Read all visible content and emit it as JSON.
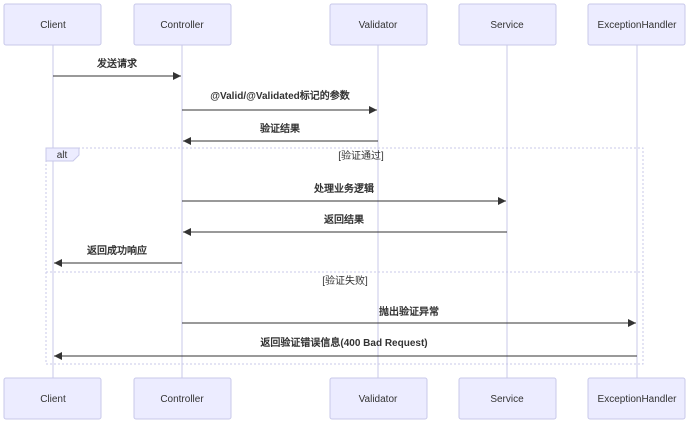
{
  "actors": [
    {
      "id": "client",
      "label": "Client"
    },
    {
      "id": "controller",
      "label": "Controller"
    },
    {
      "id": "validator",
      "label": "Validator"
    },
    {
      "id": "service",
      "label": "Service"
    },
    {
      "id": "handler",
      "label": "ExceptionHandler"
    }
  ],
  "messages": [
    {
      "label": "发送请求"
    },
    {
      "label": "@Valid/@Validated标记的参数"
    },
    {
      "label": "验证结果"
    },
    {
      "label": "处理业务逻辑"
    },
    {
      "label": "返回结果"
    },
    {
      "label": "返回成功响应"
    },
    {
      "label": "抛出验证异常"
    },
    {
      "label": "返回验证错误信息(400 Bad Request)"
    }
  ],
  "fragment": {
    "type": "alt",
    "condition_1": "[验证通过]",
    "condition_2": "[验证失败]"
  },
  "colors": {
    "actor_fill": "#ececff",
    "actor_border": "#c8c8ea",
    "line": "#333333"
  }
}
